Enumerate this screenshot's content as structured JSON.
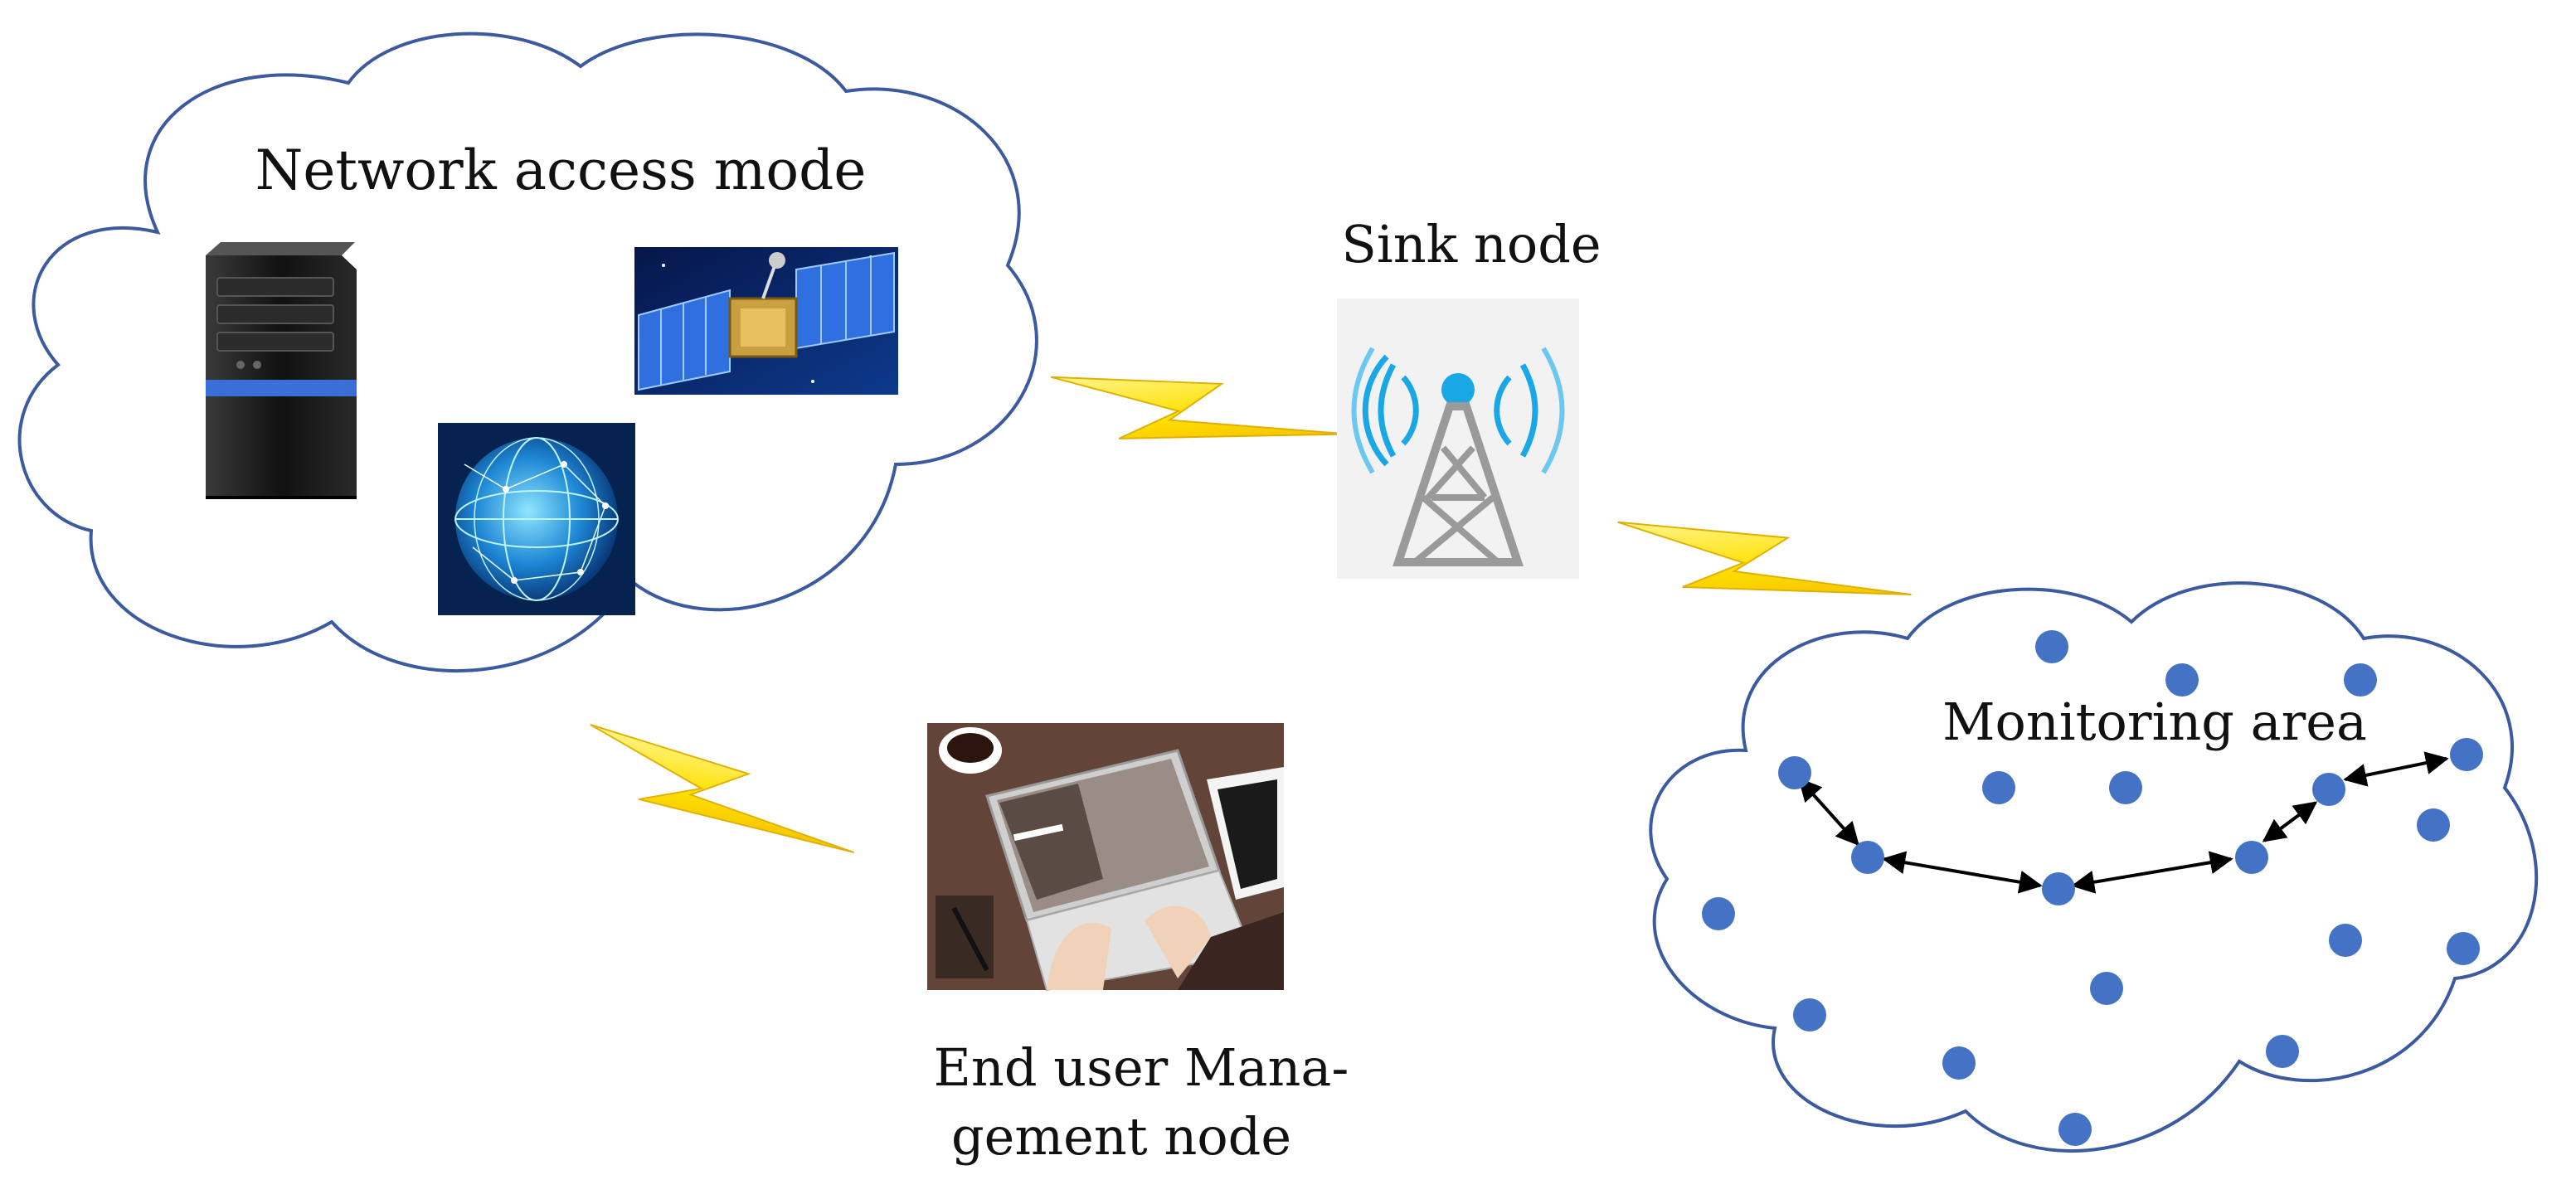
{
  "labels": {
    "network_access": "Network access mode",
    "sink_node": "Sink node",
    "monitoring_area": "Monitoring area",
    "end_user_line1": "End user Mana-",
    "end_user_line2": "gement node"
  },
  "icons": {
    "computer": "desktop-tower-icon",
    "satellite": "satellite-icon",
    "globe": "globe-network-icon",
    "tower": "signal-tower-icon",
    "laptop": "laptop-user-icon",
    "link": "lightning-bolt-icon"
  },
  "colors": {
    "cloud_outline": "#3c5aa0",
    "node_fill": "#4472c4",
    "bolt": "#ffe000",
    "tower_signal": "#1aa7e6",
    "arrow": "#000000"
  }
}
